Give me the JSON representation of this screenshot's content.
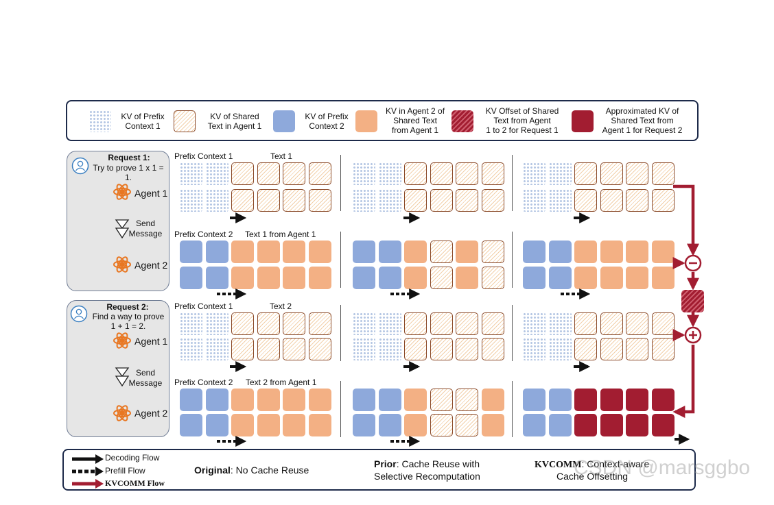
{
  "legend": [
    {
      "text": "KV of Prefix\nContext 1",
      "swatch": "dots"
    },
    {
      "text": "KV of Shared\nText in Agent 1",
      "swatch": "hatch"
    },
    {
      "text": "KV of Prefix\nContext 2",
      "swatch": "blue"
    },
    {
      "text": "KV in Agent 2 of\nShared Text\nfrom Agent 1",
      "swatch": "orange"
    },
    {
      "text": "KV Offset of Shared\nText from Agent\n1 to 2 for Request 1",
      "swatch": "redhatch"
    },
    {
      "text": "Approximated KV of\nShared Text from\nAgent 1 for Request 2",
      "swatch": "red"
    }
  ],
  "requests": [
    {
      "title": "Request 1:",
      "text": "Try to prove 1 x 1 =\n1.",
      "agent1": "Agent 1",
      "send": "Send\nMessage",
      "agent2": "Agent 2"
    },
    {
      "title": "Request 2:",
      "text": "Find a way to prove\n1 + 1 = 2.",
      "agent1": "Agent 1",
      "send": "Send\nMessage",
      "agent2": "Agent 2"
    }
  ],
  "headers": {
    "prefix1": "Prefix Context 1",
    "text1": "Text 1",
    "prefix2": "Prefix Context 2",
    "text1_from": "Text 1 from Agent 1",
    "text2": "Text 2",
    "text2_from": "Text 2 from Agent 1"
  },
  "footer": {
    "decoding": "Decoding Flow",
    "prefill": "Prefill Flow",
    "kvcomm_flow": "KVCOMM Flow",
    "original_bold": "Original",
    "original_rest": ": No Cache Reuse",
    "prior_bold": "Prior",
    "prior_rest": ": Cache Reuse with",
    "prior_line2": "Selective Recomputation",
    "kvcomm_bold": "KVCOMM",
    "kvcomm_rest": ": Context-aware",
    "kvcomm_line2": "Cache Offsetting"
  },
  "watermark": "CSDN @marsggbo",
  "colors": {
    "blue": "#8ea9db",
    "orange": "#f3b084",
    "red": "#a21d31",
    "border": "#1d2a4a",
    "hatch_border": "#8a4a2a"
  }
}
